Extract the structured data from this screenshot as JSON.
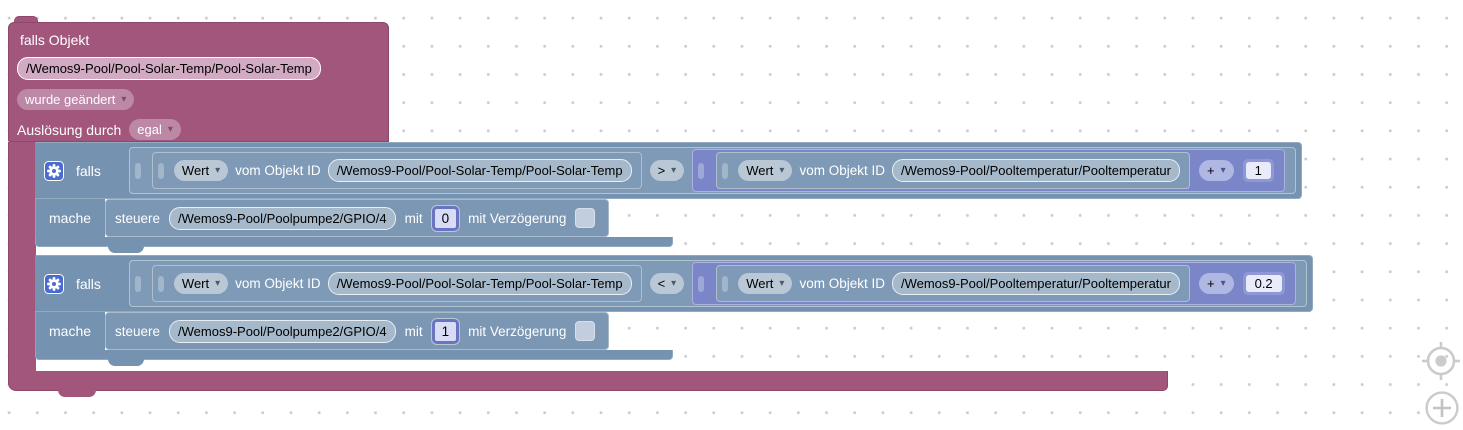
{
  "icons": {
    "dropdown_arrow": "▾"
  },
  "colors": {
    "trigger_block": "#a2567c",
    "logic_block": "#7593b0",
    "math_block": "#7a86c8",
    "workspace_dots": "#cdcdcd"
  },
  "trigger_block": {
    "title": "falls Objekt",
    "object_id": "/Wemos9-Pool/Pool-Solar-Temp/Pool-Solar-Temp",
    "event_dropdown": "wurde geändert",
    "trigger_label": "Auslösung durch",
    "trigger_dropdown": "egal"
  },
  "if_blocks": [
    {
      "if_label": "falls",
      "do_label": "mache",
      "condition": {
        "left": {
          "attr_dropdown": "Wert",
          "of_label": "vom Objekt ID",
          "object_id": "/Wemos9-Pool/Pool-Solar-Temp/Pool-Solar-Temp"
        },
        "operator": ">",
        "right": {
          "attr_dropdown": "Wert",
          "of_label": "vom Objekt ID",
          "object_id": "/Wemos9-Pool/Pooltemperatur/Pooltemperatur",
          "operator": "+",
          "value": "1"
        }
      },
      "action": {
        "verb": "steuere",
        "object_id": "/Wemos9-Pool/Poolpumpe2/GPIO/4",
        "with_label": "mit",
        "value": "0",
        "delay_label": "mit Verzögerung"
      }
    },
    {
      "if_label": "falls",
      "do_label": "mache",
      "condition": {
        "left": {
          "attr_dropdown": "Wert",
          "of_label": "vom Objekt ID",
          "object_id": "/Wemos9-Pool/Pool-Solar-Temp/Pool-Solar-Temp"
        },
        "operator": "<",
        "right": {
          "attr_dropdown": "Wert",
          "of_label": "vom Objekt ID",
          "object_id": "/Wemos9-Pool/Pooltemperatur/Pooltemperatur",
          "operator": "+",
          "value": "0.2"
        }
      },
      "action": {
        "verb": "steuere",
        "object_id": "/Wemos9-Pool/Poolpumpe2/GPIO/4",
        "with_label": "mit",
        "value": "1",
        "delay_label": "mit Verzögerung"
      }
    }
  ]
}
